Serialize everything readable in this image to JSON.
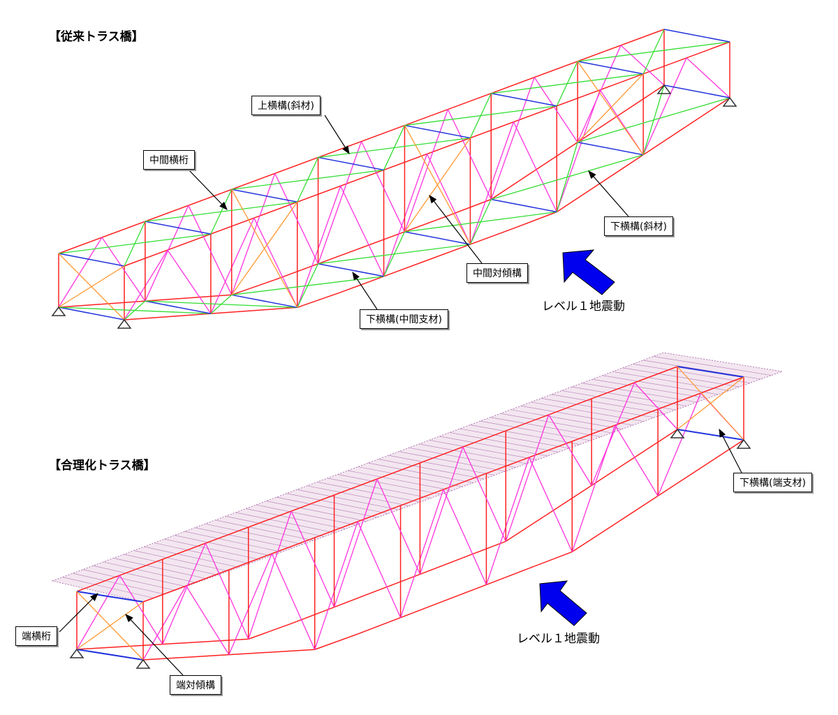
{
  "titles": {
    "conventional": "【従来トラス橋】",
    "rationalized": "【合理化トラス橋】"
  },
  "callouts": {
    "upper_lateral_diagonal": "上横構(斜材)",
    "intermediate_cross_beam": "中間横桁",
    "lower_lateral_diagonal": "下横構(斜材)",
    "intermediate_sway_bracing": "中間対傾構",
    "lower_lateral_intermediate_strut": "下横構(中間支材)",
    "lower_lateral_end_strut": "下横構(端支材)",
    "end_cross_beam": "端横桁",
    "end_sway_bracing": "端対傾構"
  },
  "seismic": {
    "top_label": "レベル１地震動",
    "bottom_label": "レベル１地震動"
  },
  "colors": {
    "chord": "#ff2020",
    "web_diagonal": "#ff33dd",
    "cross_beam": "#2233dd",
    "lateral": "#33dd33",
    "sway": "#ff9933",
    "arrow": "#0000ee",
    "deck": "#b07ab0"
  }
}
